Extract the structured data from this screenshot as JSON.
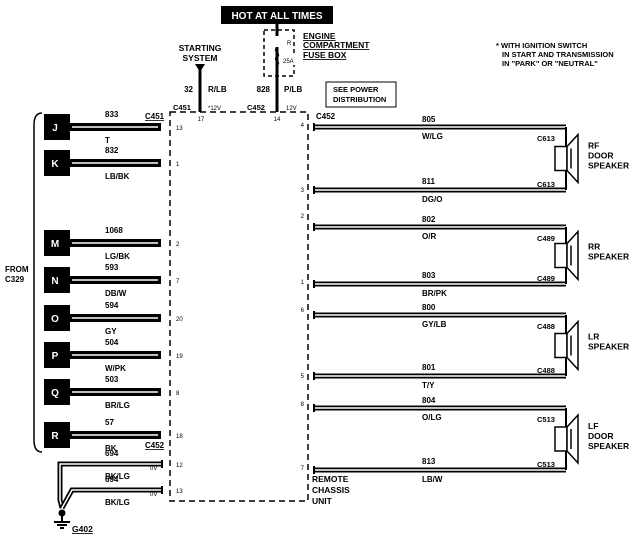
{
  "header": {
    "hot_label": "HOT AT ALL TIMES",
    "fuse_box": [
      "ENGINE",
      "COMPARTMENT",
      "FUSE BOX"
    ],
    "fuse_letter": "R",
    "fuse_rating": "25A",
    "starting_system": [
      "STARTING",
      "SYSTEM"
    ],
    "note": [
      "* WITH IGNITION SWITCH",
      "IN START AND TRANSMISSION",
      "IN \"PARK\" OR \"NEUTRAL\""
    ],
    "power_dist": [
      "SEE POWER",
      "DISTRIBUTION"
    ]
  },
  "supply": [
    {
      "circuit": "32",
      "color": "R/LB",
      "pin": "17",
      "voltage": "*12V",
      "connector": "C451"
    },
    {
      "circuit": "828",
      "color": "P/LB",
      "pin": "14",
      "voltage": "12V",
      "connector": "C452"
    }
  ],
  "left_connectors": {
    "top": "C451",
    "bottom": "C452"
  },
  "from_label": [
    "FROM",
    "C329"
  ],
  "inputs": [
    {
      "letter": "J",
      "circuit": "833",
      "color": "T",
      "pin": "13"
    },
    {
      "letter": "K",
      "circuit": "832",
      "color": "LB/BK",
      "pin": "1"
    },
    {
      "letter": "M",
      "circuit": "1068",
      "color": "LG/BK",
      "pin": "2"
    },
    {
      "letter": "N",
      "circuit": "593",
      "color": "DB/W",
      "pin": "7"
    },
    {
      "letter": "O",
      "circuit": "594",
      "color": "GY",
      "pin": "20"
    },
    {
      "letter": "P",
      "circuit": "504",
      "color": "W/PK",
      "pin": "19"
    },
    {
      "letter": "Q",
      "circuit": "503",
      "color": "BR/LG",
      "pin": "8"
    },
    {
      "letter": "R",
      "circuit": "57",
      "color": "BK",
      "pin": "18"
    }
  ],
  "grounds": [
    {
      "circuit": "694",
      "color": "BK/LG",
      "pin": "12",
      "voltage": "0V"
    },
    {
      "circuit": "694",
      "color": "BK/LG",
      "pin": "13",
      "voltage": "0V"
    }
  ],
  "ground_label": "G402",
  "right_connector": "C452",
  "outputs": [
    {
      "pin": "4",
      "circuit": "805",
      "color": "W/LG"
    },
    {
      "pin": "3",
      "circuit": "811",
      "color": "DG/O"
    },
    {
      "pin": "2",
      "circuit": "802",
      "color": "O/R"
    },
    {
      "pin": "1",
      "circuit": "803",
      "color": "BR/PK"
    },
    {
      "pin": "6",
      "circuit": "800",
      "color": "GY/LB"
    },
    {
      "pin": "5",
      "circuit": "801",
      "color": "T/Y"
    },
    {
      "pin": "8",
      "circuit": "804",
      "color": "O/LG"
    },
    {
      "pin": "7",
      "circuit": "813",
      "color": "LB/W"
    }
  ],
  "speakers": [
    {
      "name": [
        "RF",
        "DOOR",
        "SPEAKER"
      ],
      "connector": "C613"
    },
    {
      "name": [
        "RR",
        "SPEAKER"
      ],
      "connector": "C489"
    },
    {
      "name": [
        "LR",
        "SPEAKER"
      ],
      "connector": "C488"
    },
    {
      "name": [
        "LF",
        "DOOR",
        "SPEAKER"
      ],
      "connector": "C513"
    }
  ],
  "unit_label": [
    "REMOTE",
    "CHASSIS",
    "UNIT"
  ]
}
